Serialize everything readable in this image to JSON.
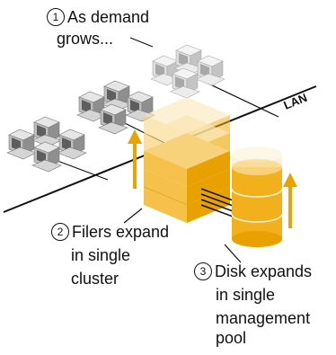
{
  "labels": {
    "demand": {
      "number": "1",
      "line1": "As demand",
      "line2": "grows..."
    },
    "filers": {
      "number": "2",
      "line1": "Filers expand",
      "line2": "in single",
      "line3": "cluster"
    },
    "disk": {
      "number": "3",
      "line1": "Disk expands",
      "line2": "in single",
      "line3": "management",
      "line4": "pool"
    }
  },
  "network_label": "LAN",
  "colors": {
    "filer_gold": "#f2b01c",
    "filer_light": "#f8d27a",
    "filer_faded": "#fbe6b4",
    "arrow": "#e9a300",
    "computer": "#9a9a9a",
    "computer_faded": "#cfcfcf",
    "line": "#111111"
  }
}
